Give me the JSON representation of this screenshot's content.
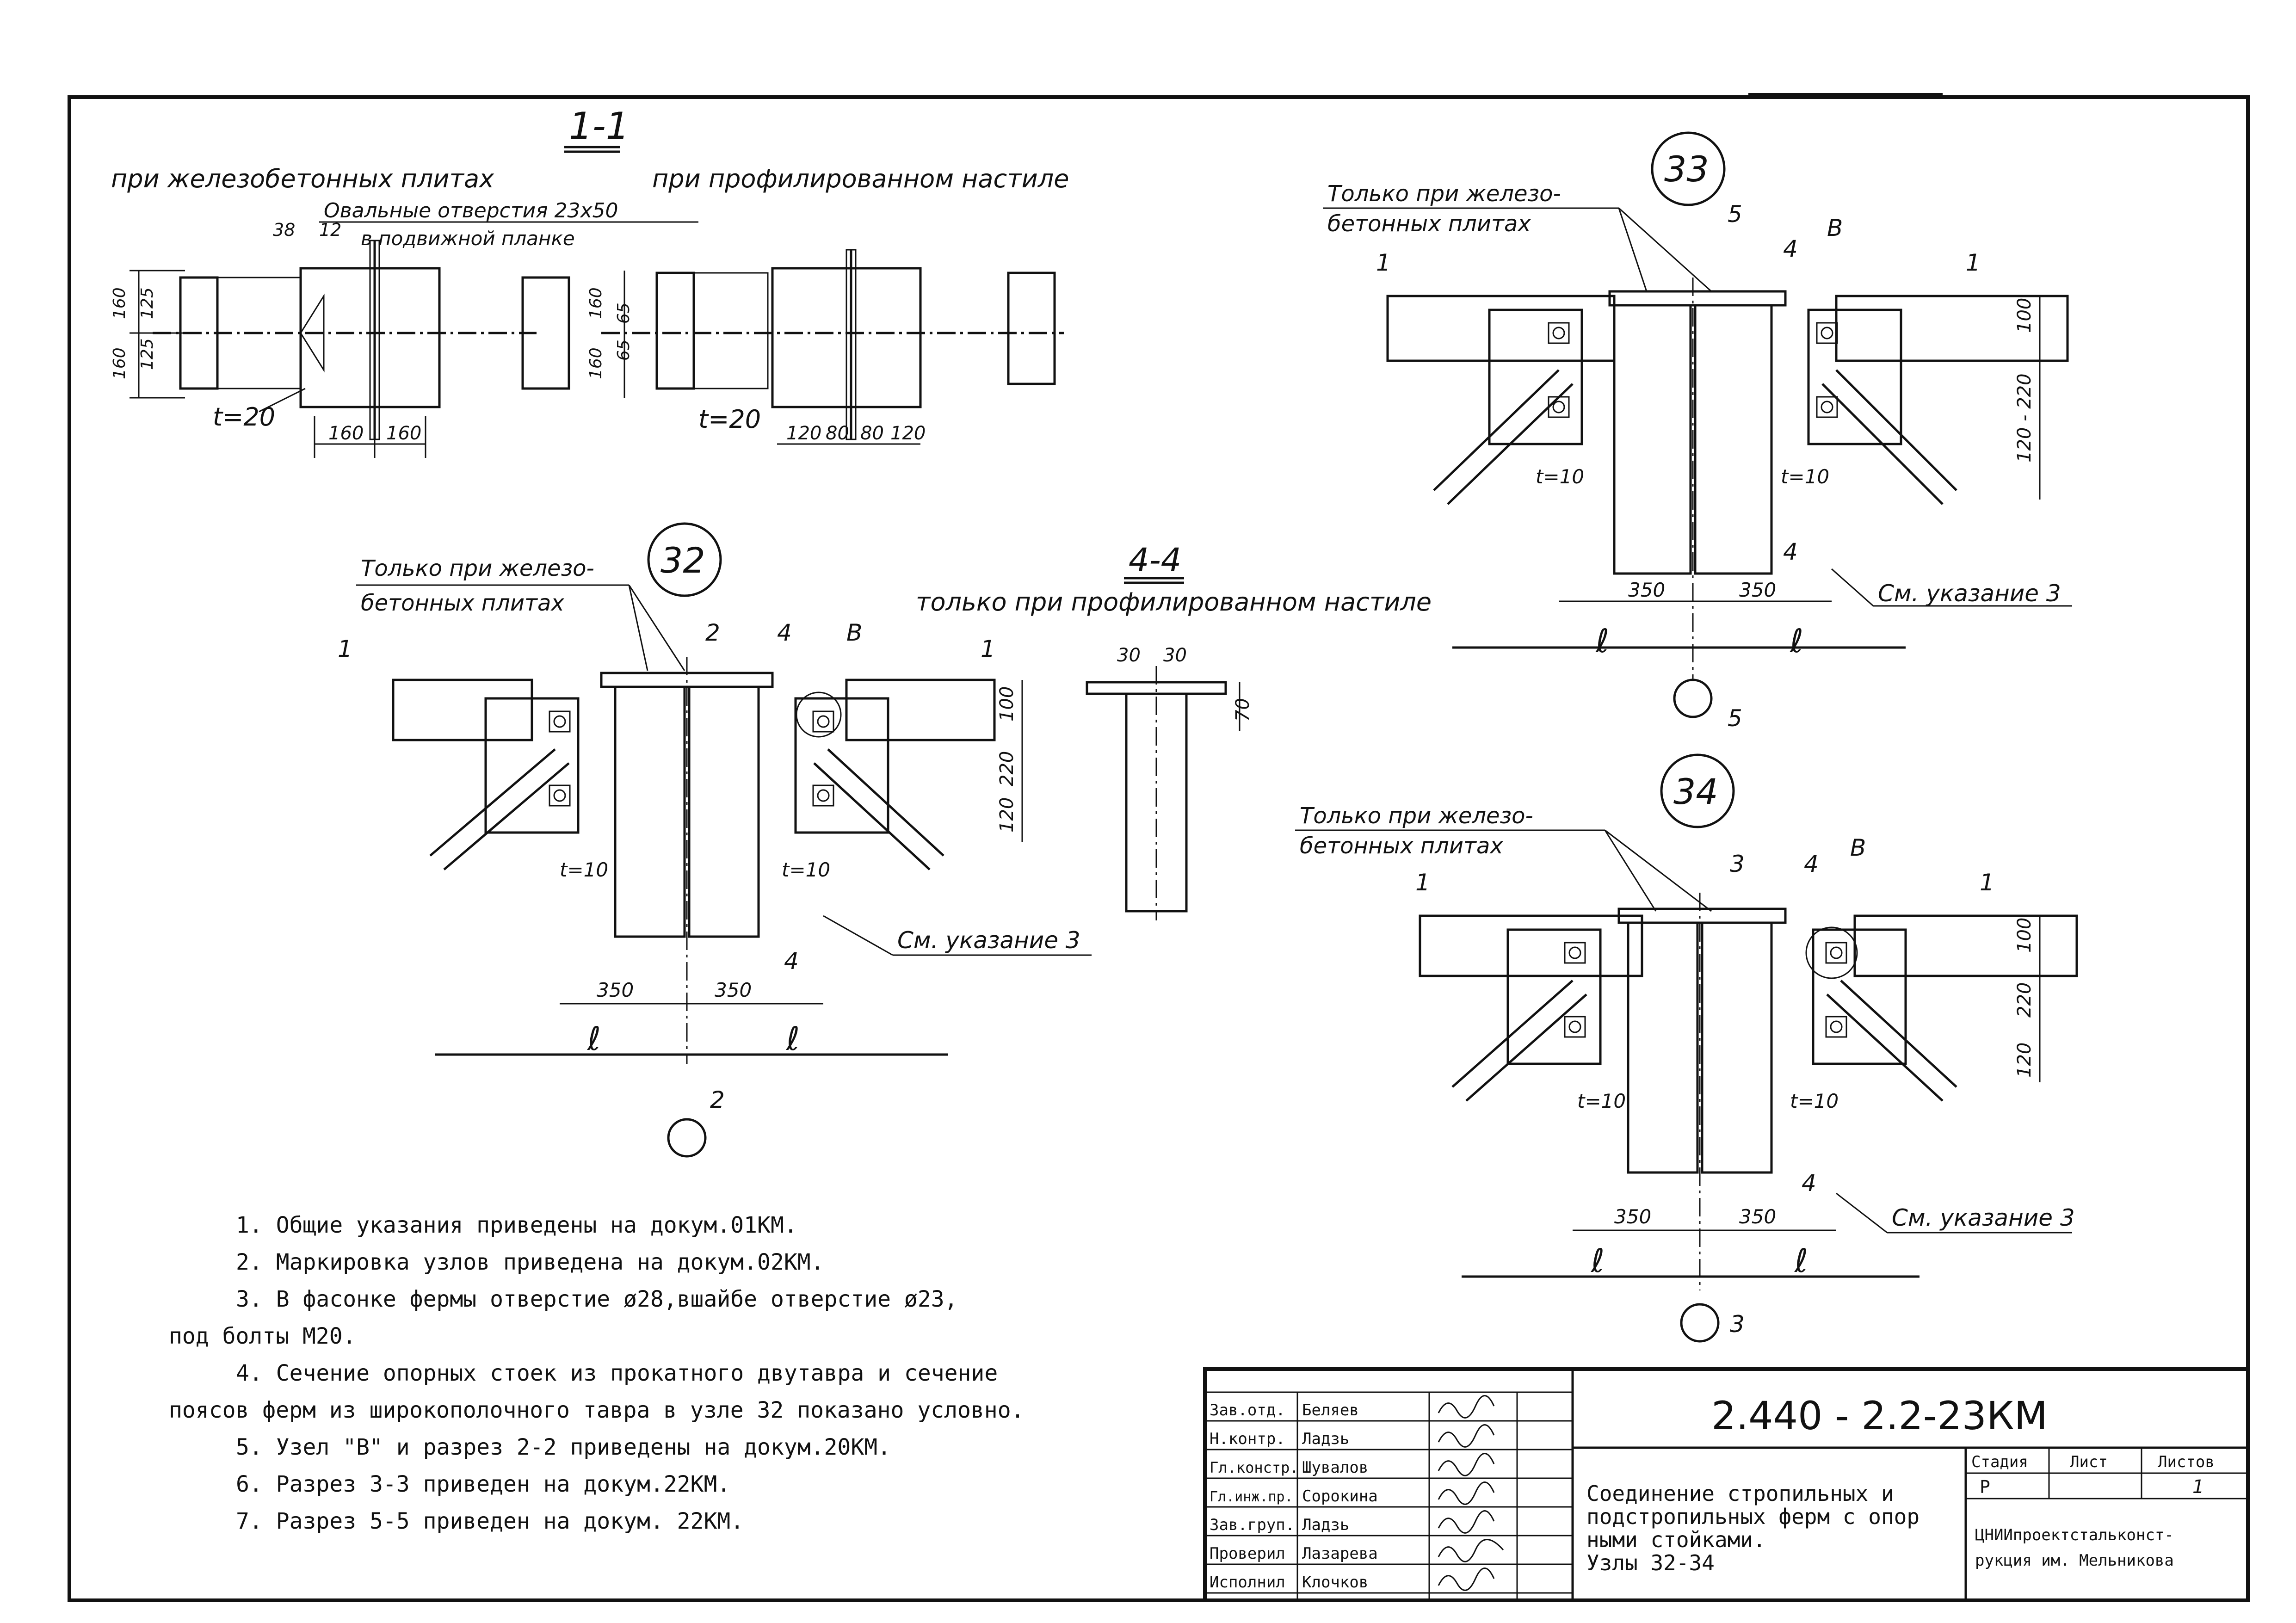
{
  "sheet": {
    "code": "2.440 - 2.2-23КМ",
    "title_lines": [
      "Соединение стропильных и",
      "подстропильных ферм с опор",
      "ными стойками.",
      "Узлы 32-34"
    ],
    "stage_header": "Стадия",
    "sheet_header": "Лист",
    "sheets_header": "Листов",
    "stage": "Р",
    "sheet_no": "1",
    "org_lines": [
      "ЦНИИпроектстальконст-",
      "рукция им. Мельникова"
    ]
  },
  "signatures": [
    {
      "role": "Зав.отд.",
      "name": "Беляев"
    },
    {
      "role": "Н.контр.",
      "name": "Ладзь"
    },
    {
      "role": "Гл.констр.",
      "name": "Шувалов"
    },
    {
      "role": "Гл.инж.пр.",
      "name": "Сорокина"
    },
    {
      "role": "Зав.груп.",
      "name": "Ладзь"
    },
    {
      "role": "Проверил",
      "name": "Лазарева"
    },
    {
      "role": "Исполнил",
      "name": "Клочков"
    }
  ],
  "notes": [
    "1. Общие указания приведены на докум.01КМ.",
    "2. Маркировка узлов приведена на докум.02КМ.",
    "3. В фасонке фермы отверстие ø28,вшайбе отверстие ø23,",
    "под болты М20.",
    "4. Сечение опорных стоек из прокатного двутавра и сечение",
    "поясов ферм из широкополочного тавра в узле 32 показано условно.",
    "5. Узел \"В\" и разрез 2-2 приведены на докум.20КМ.",
    "6. Разрез 3-3 приведен на докум.22КМ.",
    "7. Разрез 5-5 приведен на докум. 22КМ."
  ],
  "section_1_1": {
    "title": "1-1",
    "left_caption": "при железобетонных плитах",
    "right_caption": "при профилированном настиле",
    "oval_note": "Овальные отверстия 23х50",
    "oval_note_2": "в подвижной планке",
    "dims_top": [
      "38",
      "12"
    ],
    "dims_left_v": [
      "160",
      "125",
      "125",
      "160"
    ],
    "dims_right_v": [
      "160",
      "65",
      "65",
      "160"
    ],
    "dims_bottom_left": [
      "160",
      "160"
    ],
    "dims_bottom_right": [
      "120",
      "80",
      "80",
      "120"
    ],
    "thickness": "t=20"
  },
  "section_4_4": {
    "title": "4-4",
    "caption": "только при профилированном настиле",
    "dims": [
      "30",
      "30",
      "70"
    ]
  },
  "node_32": {
    "label": "32",
    "note_lines": [
      "Только при железо-",
      "бетонных плитах"
    ],
    "marks": [
      "1",
      "2",
      "4",
      "В",
      "1",
      "4",
      "2"
    ],
    "t_left": "t=10",
    "t_right": "t=10",
    "dims_h": [
      "350",
      "350"
    ],
    "dims_v": [
      "100",
      "220",
      "120"
    ],
    "spans": [
      "ℓ",
      "ℓ"
    ],
    "ref": "См. указание 3"
  },
  "node_33": {
    "label": "33",
    "note_lines": [
      "Только при железо-",
      "бетонных плитах"
    ],
    "marks": [
      "1",
      "5",
      "4",
      "В",
      "1",
      "4",
      "5"
    ],
    "t_left": "t=10",
    "t_right": "t=10",
    "dims_h": [
      "350",
      "350"
    ],
    "dims_v": [
      "100",
      "120 - 220"
    ],
    "spans": [
      "ℓ",
      "ℓ"
    ],
    "ref": "См. указание 3"
  },
  "node_34": {
    "label": "34",
    "note_lines": [
      "Только при железо-",
      "бетонных плитах"
    ],
    "marks": [
      "1",
      "3",
      "4",
      "В",
      "1",
      "4",
      "3"
    ],
    "t_left": "t=10",
    "t_right": "t=10",
    "dims_h": [
      "350",
      "350"
    ],
    "dims_v": [
      "100",
      "220",
      "120"
    ],
    "spans": [
      "ℓ",
      "ℓ"
    ],
    "ref": "См. указание 3"
  }
}
